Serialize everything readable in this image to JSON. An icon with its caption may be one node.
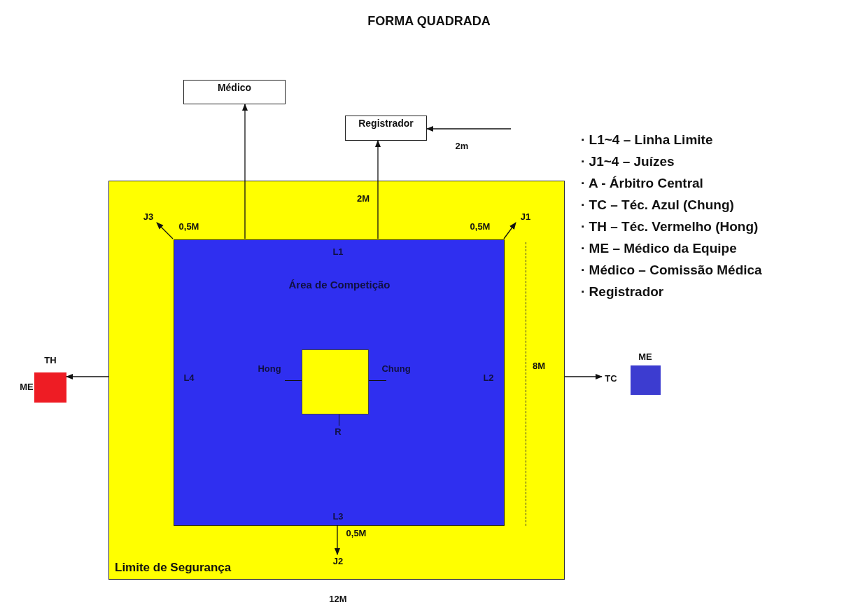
{
  "diagram": {
    "title": "FORMA QUADRADA",
    "nodes": [
      {
        "text": [
          "Limite de Segurança"
        ]
      },
      {
        "text": [
          "Área de Competição"
        ],
        "in": 0
      },
      {
        "text": [],
        "shape": "box",
        "in": 1
      },
      {
        "text": [
          "Médico"
        ]
      },
      {
        "text": [
          "Registrador"
        ]
      },
      {
        "text": [],
        "shape": "box",
        "beside": [
          "TH",
          "ME"
        ]
      },
      {
        "text": [],
        "shape": "box",
        "beside": [
          "ME",
          "TC"
        ]
      },
      {
        "text": [
          "J3"
        ],
        "in": 0
      },
      {
        "text": [
          "J1"
        ],
        "in": 0
      },
      {
        "text": [
          "J2"
        ],
        "in": 0
      }
    ],
    "edges": [
      {
        "from": 1,
        "to": 3,
        "arrow": "to"
      },
      {
        "from": 1,
        "to": 4,
        "arrow": "to"
      },
      {
        "from": null,
        "to": 4,
        "arrow": "to"
      },
      {
        "from": 0,
        "to": 5,
        "arrow": "to"
      },
      {
        "from": 0,
        "to": 6,
        "arrow": "to"
      },
      {
        "from": 1,
        "to": 7,
        "arrow": "to"
      },
      {
        "from": 1,
        "to": 8,
        "arrow": "to"
      },
      {
        "from": 1,
        "to": 9,
        "arrow": "to"
      }
    ],
    "labels": [
      "2m",
      "2M",
      "0,5M",
      "0,5M",
      "L1",
      "· L1~4 – Linha Limite",
      "· J1~4 – Juízes",
      "· A - Árbitro Central",
      "· TC – Téc. Azul (Chung)",
      "· TH – Téc. Vermelho (Hong)",
      "· ME – Médico da Equipe",
      "· Médico – Comissão Médica",
      "· Registrador",
      "8M",
      "L4",
      "Hong",
      "Chung",
      "L2",
      "R",
      "L3",
      "0,5M",
      "12M"
    ]
  }
}
